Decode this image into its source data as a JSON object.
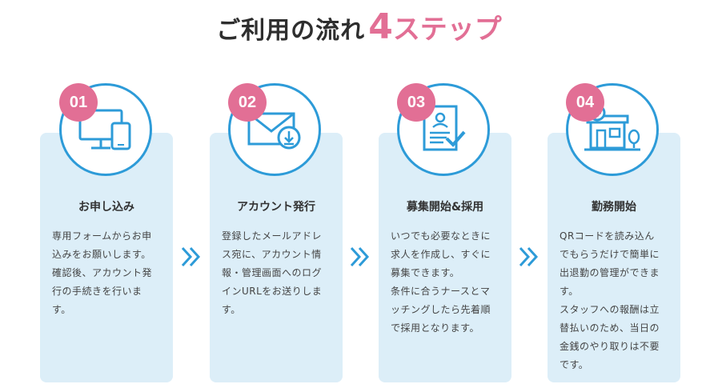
{
  "heading": {
    "main": "ご利用の流れ",
    "number": "4",
    "suffix": "ステップ"
  },
  "steps": [
    {
      "number": "01",
      "icon": "devices-icon",
      "title": "お申し込み",
      "description": "専用フォームからお申\n込みをお願いします。\n確認後、アカウント発\n行の手続きを行いま\nす。"
    },
    {
      "number": "02",
      "icon": "mail-download-icon",
      "title": "アカウント発行",
      "description": "登録したメールアドレ\nス宛に、アカウント情\n報・管理画面へのログ\nインURLをお送りしま\nす。"
    },
    {
      "number": "03",
      "icon": "resume-check-icon",
      "title": "募集開始&採用",
      "description": "いつでも必要なときに\n求人を作成し、すぐに\n募集できます。\n条件に合うナースとマ\nッチングしたら先着順\nで採用となります。"
    },
    {
      "number": "04",
      "icon": "clinic-icon",
      "title": "勤務開始",
      "description": "QRコードを読み込ん\nでもらうだけで簡単に\n出退勤の管理ができま\nす。\nスタッフへの報酬は立\n替払いのため、当日の\n金銭のやり取りは不要\nです。"
    }
  ],
  "colors": {
    "accent_pink": "#e26f95",
    "accent_blue": "#2d9bd8",
    "card_bg": "#dceef8"
  }
}
